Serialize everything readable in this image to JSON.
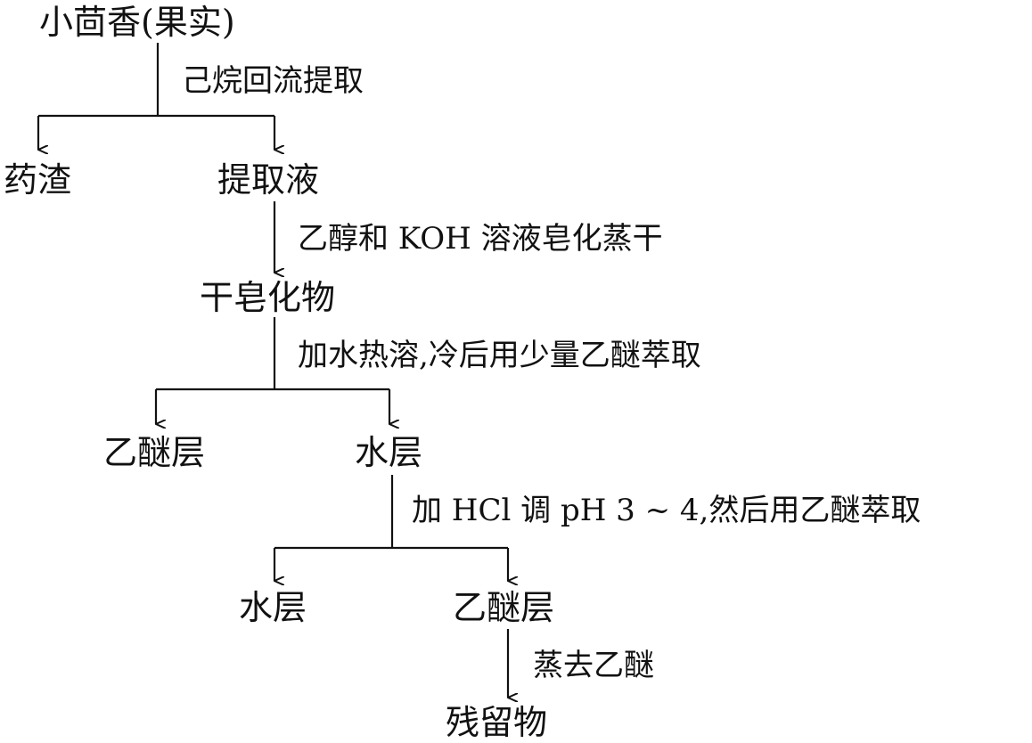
{
  "nodes": {
    "start": "小茴香(果实)",
    "residue": "药渣",
    "extract": "提取液",
    "saponified": "干皂化物",
    "ether_layer_1": "乙醚层",
    "water_layer_1": "水层",
    "water_layer_2": "水层",
    "ether_layer_2": "乙醚层",
    "residue_final": "残留物"
  },
  "steps": {
    "step1": "己烷回流提取",
    "step2": "乙醇和 KOH 溶液皂化蒸干",
    "step3": "加水热溶,冷后用少量乙醚萃取",
    "step4": "加 HCl 调 pH 3 ~ 4,然后用乙醚萃取",
    "step5": "蒸去乙醚"
  }
}
